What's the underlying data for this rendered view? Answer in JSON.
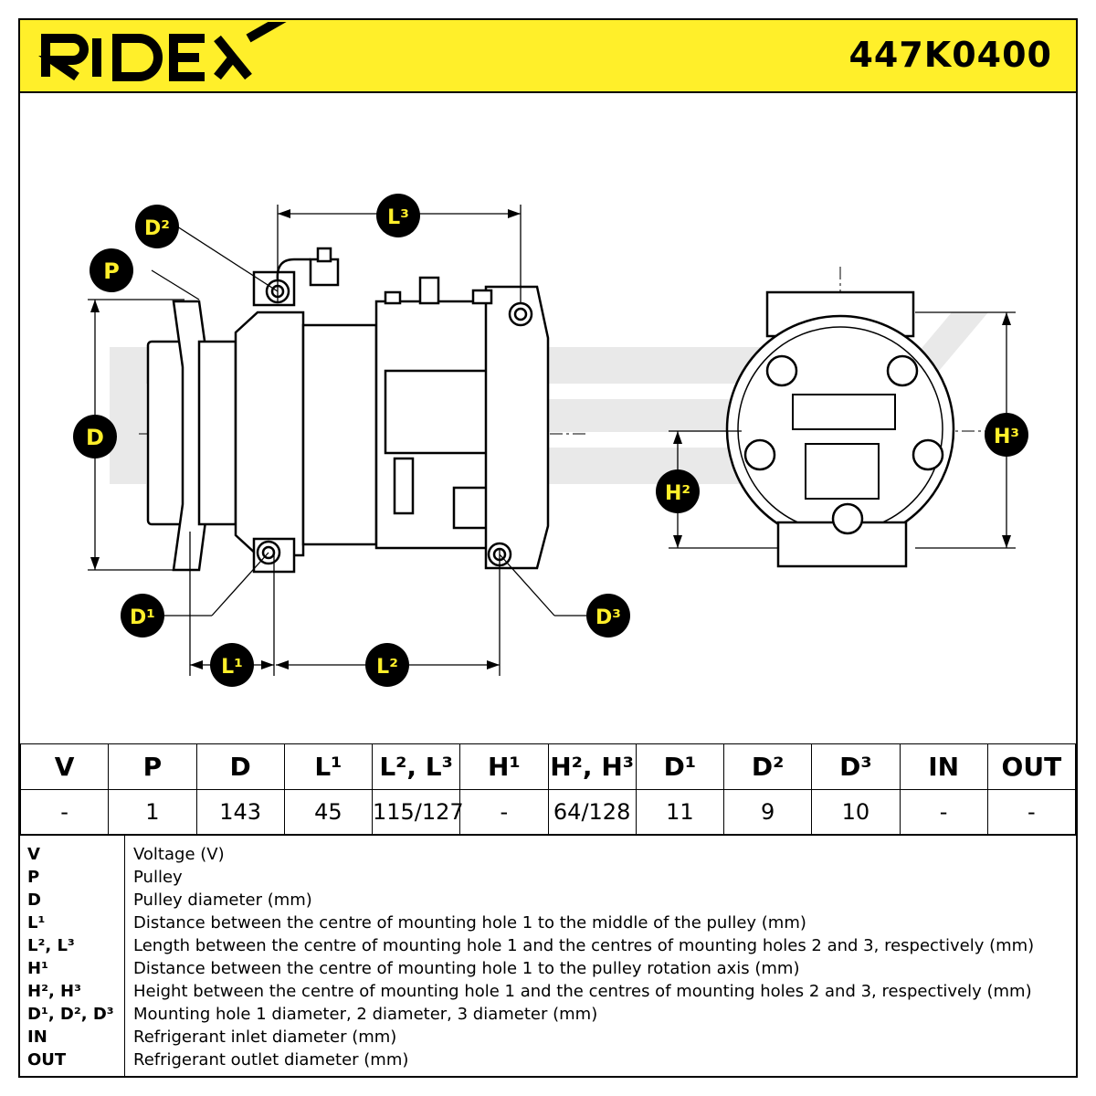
{
  "header": {
    "brand": "RIDEX",
    "part_number": "447K0400"
  },
  "diagram": {
    "watermark": "RIDEX",
    "labels": {
      "P": "P",
      "D": "D",
      "D1": "D¹",
      "D2": "D²",
      "D3": "D³",
      "L1": "L¹",
      "L2": "L²",
      "L3": "L³",
      "H2": "H²",
      "H3": "H³"
    },
    "colors": {
      "badge_fill": "#000000",
      "badge_text": "#ffef2a",
      "header_bg": "#ffef2a",
      "watermark": "#e6e6e6"
    }
  },
  "spec_table": {
    "headers": [
      "V",
      "P",
      "D",
      "L¹",
      "L², L³",
      "H¹",
      "H², H³",
      "D¹",
      "D²",
      "D³",
      "IN",
      "OUT"
    ],
    "values": [
      "-",
      "1",
      "143",
      "45",
      "115/127",
      "-",
      "64/128",
      "11",
      "9",
      "10",
      "-",
      "-"
    ]
  },
  "legend": [
    {
      "key": "V",
      "desc": "Voltage (V)"
    },
    {
      "key": "P",
      "desc": "Pulley"
    },
    {
      "key": "D",
      "desc": "Pulley diameter (mm)"
    },
    {
      "key": "L¹",
      "desc": "Distance between the centre of mounting hole 1 to the middle of the pulley (mm)"
    },
    {
      "key": "L², L³",
      "desc": "Length between the centre of mounting hole 1 and the centres of mounting holes 2 and 3, respectively (mm)"
    },
    {
      "key": "H¹",
      "desc": "Distance between the centre of mounting hole 1 to the pulley rotation axis (mm)"
    },
    {
      "key": "H², H³",
      "desc": "Height between the centre of mounting hole 1 and the centres of mounting holes 2 and 3, respectively (mm)"
    },
    {
      "key": "D¹, D², D³",
      "desc": "Mounting hole 1 diameter, 2 diameter, 3 diameter (mm)"
    },
    {
      "key": "IN",
      "desc": "Refrigerant inlet diameter (mm)"
    },
    {
      "key": "OUT",
      "desc": "Refrigerant outlet diameter (mm)"
    }
  ]
}
